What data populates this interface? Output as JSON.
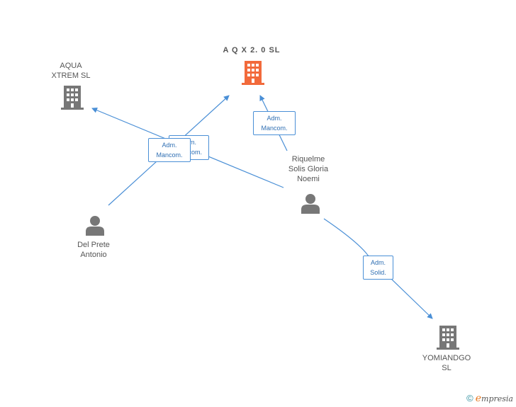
{
  "nodes": {
    "aqx": {
      "label": "A Q X 2. 0  SL",
      "type": "company",
      "color": "#f26a3b"
    },
    "aqua": {
      "label": "AQUA\nXTREM  SL",
      "type": "company",
      "color": "#777777"
    },
    "yomiandgo": {
      "label": "YOMIANDGO\nSL",
      "type": "company",
      "color": "#777777"
    },
    "riquelme": {
      "label": "Riquelme\nSolis Gloria\nNoemi",
      "type": "person",
      "color": "#777777"
    },
    "delprete": {
      "label": "Del Prete\nAntonio",
      "type": "person",
      "color": "#777777"
    }
  },
  "relations": {
    "r1": "Adm.\nMancom.",
    "r2": "Adm.\nMancom.",
    "r3": "Adm.\nMancom.",
    "r4": "Adm.\nSolid."
  },
  "colors": {
    "edge": "#4a8fd6",
    "icon_gray": "#777777",
    "icon_orange": "#f26a3b"
  },
  "footer": {
    "copyright": "©",
    "brand_first": "e",
    "brand_rest": "mpresia"
  }
}
